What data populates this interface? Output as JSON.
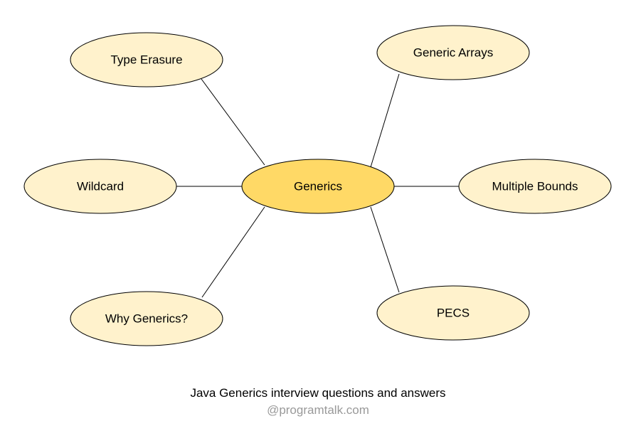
{
  "colors": {
    "center_fill": "#ffd966",
    "leaf_fill": "#fff2cc",
    "stroke": "#000000",
    "credit_text": "#999999"
  },
  "diagram": {
    "center": {
      "label": "Generics"
    },
    "nodes": [
      {
        "id": "type-erasure",
        "label": "Type Erasure"
      },
      {
        "id": "generic-arrays",
        "label": "Generic Arrays"
      },
      {
        "id": "wildcard",
        "label": "Wildcard"
      },
      {
        "id": "multiple-bounds",
        "label": "Multiple Bounds"
      },
      {
        "id": "why-generics",
        "label": "Why Generics?"
      },
      {
        "id": "pecs",
        "label": "PECS"
      }
    ]
  },
  "caption": {
    "title": "Java Generics interview questions and answers",
    "credit": "@programtalk.com"
  }
}
